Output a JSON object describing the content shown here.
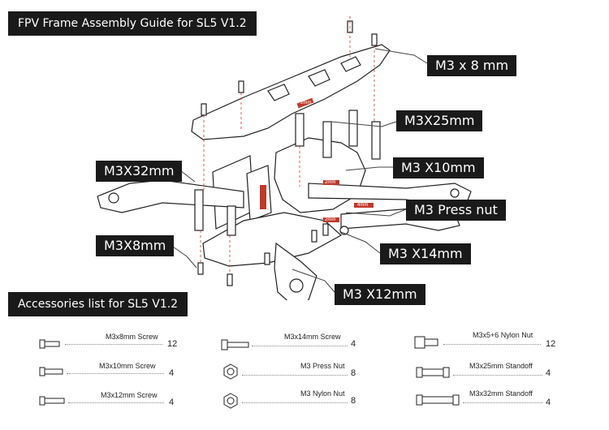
{
  "headers": {
    "title": "FPV Frame Assembly Guide for SL5 V1.2",
    "accessories_title": "Accessories list for SL5 V1.2"
  },
  "callouts": {
    "m3x8_top": "M3 x 8 mm",
    "m3x25": "M3X25mm",
    "m3x32": "M3X32mm",
    "m3x10": "M3 X10mm",
    "m3_press_nut": "M3 Press nut",
    "m3x8_left": "M3X8mm",
    "m3x14": "M3 X14mm",
    "m3x12": "M3 X12mm"
  },
  "part_marks": {
    "mark_a": "2mm",
    "mark_b": "2mm",
    "mark_c": "2mm",
    "mark_d": "4mm"
  },
  "accessories": [
    {
      "name": "M3x8mm Screw",
      "qty": "12",
      "icon": "short-screw-icon"
    },
    {
      "name": "M3x10mm Screw",
      "qty": "4",
      "icon": "screw-icon"
    },
    {
      "name": "M3x12mm Screw",
      "qty": "4",
      "icon": "screw-icon"
    },
    {
      "name": "M3x14mm Screw",
      "qty": "4",
      "icon": "long-screw-icon"
    },
    {
      "name": "M3 Press Nut",
      "qty": "8",
      "icon": "press-nut-icon"
    },
    {
      "name": "M3 Nylon Nut",
      "qty": "8",
      "icon": "nylon-nut-icon"
    },
    {
      "name": "M3x5+6 Nylon Nut",
      "qty": "12",
      "icon": "nylon-standoff-nut-icon"
    },
    {
      "name": "M3x25mm Standoff",
      "qty": "4",
      "icon": "standoff-icon"
    },
    {
      "name": "M3x32mm Standoff",
      "qty": "4",
      "icon": "long-standoff-icon"
    }
  ]
}
